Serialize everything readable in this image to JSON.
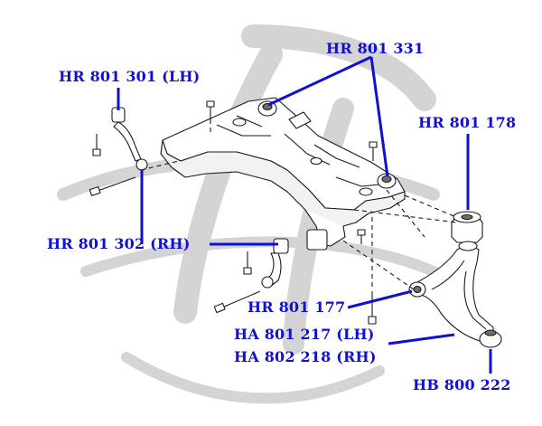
{
  "diagram": {
    "title": "Front subframe and suspension arm bushings",
    "colors": {
      "label": "#1010d0",
      "leader": "#1010d0",
      "watermark": "#d4d4d4",
      "line_art": "#1a1a1a",
      "fill": "#ffffff",
      "shade": "#6e6e6e"
    },
    "labels": [
      {
        "id": "hr801331",
        "text": "HR 801 331"
      },
      {
        "id": "hr801301",
        "text": "HR 801 301 (LH)"
      },
      {
        "id": "hr801178",
        "text": "HR 801 178"
      },
      {
        "id": "hr801302",
        "text": "HR 801 302 (RH)"
      },
      {
        "id": "hr801177",
        "text": "HR 801 177"
      },
      {
        "id": "ha801217",
        "text": "HA 801 217 (LH)"
      },
      {
        "id": "ha802218",
        "text": "HA 802 218 (RH)"
      },
      {
        "id": "hb800222",
        "text": "HB 800 222"
      }
    ]
  }
}
